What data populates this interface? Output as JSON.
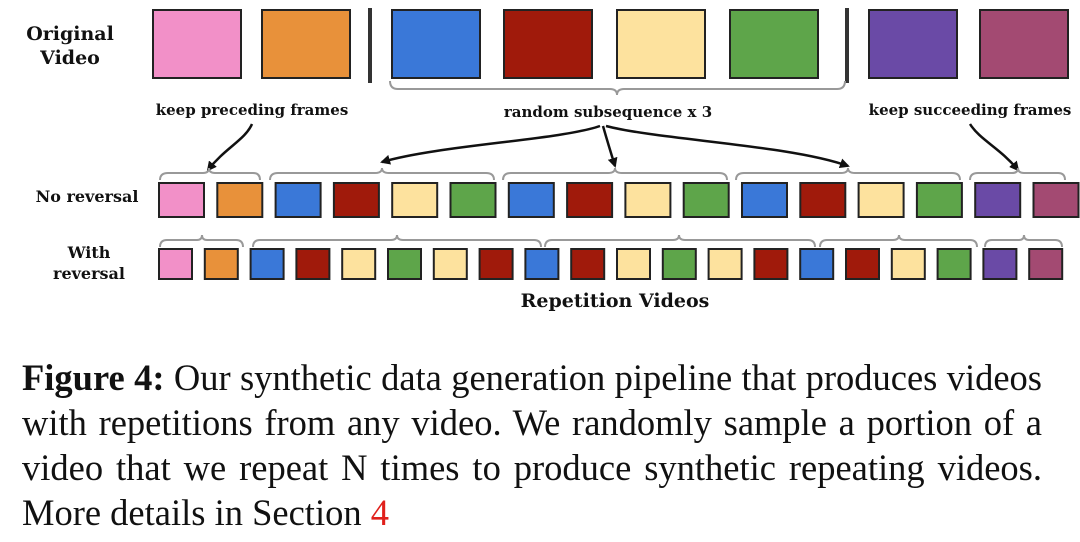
{
  "colors": {
    "pink": "#f290c8",
    "orange": "#e8913a",
    "blue": "#3a78d8",
    "darkred": "#a01a0b",
    "cream": "#fde29e",
    "green": "#5ea54a",
    "purple": "#6a4aa6",
    "plum": "#a34a72"
  },
  "labels": {
    "original_video": [
      "Original",
      "Video"
    ],
    "keep_preceding": "keep preceding frames",
    "random_subsequence": "random subsequence x 3",
    "keep_succeeding": "keep succeeding frames",
    "no_reversal": "No reversal",
    "with_reversal": [
      "With",
      "reversal"
    ],
    "repetition_videos": "Repetition Videos"
  },
  "original_frames": [
    "pink",
    "orange",
    "blue",
    "darkred",
    "cream",
    "green",
    "purple",
    "plum"
  ],
  "no_reversal_frames": [
    "pink",
    "orange",
    "blue",
    "darkred",
    "cream",
    "green",
    "blue",
    "darkred",
    "cream",
    "green",
    "blue",
    "darkred",
    "cream",
    "green",
    "purple",
    "plum"
  ],
  "with_reversal_frames": [
    "pink",
    "orange",
    "blue",
    "darkred",
    "cream",
    "green",
    "cream",
    "darkred",
    "blue",
    "darkred",
    "cream",
    "green",
    "cream",
    "darkred",
    "blue",
    "darkred",
    "cream",
    "green",
    "purple",
    "plum"
  ],
  "caption": {
    "figure_label": "Figure 4:",
    "text": " Our synthetic data generation pipeline that produces videos with repetitions from any video.  We randomly sample a portion of a video that we repeat N times to produce synthetic repeating videos. More details in Section ",
    "section_ref": "4"
  }
}
